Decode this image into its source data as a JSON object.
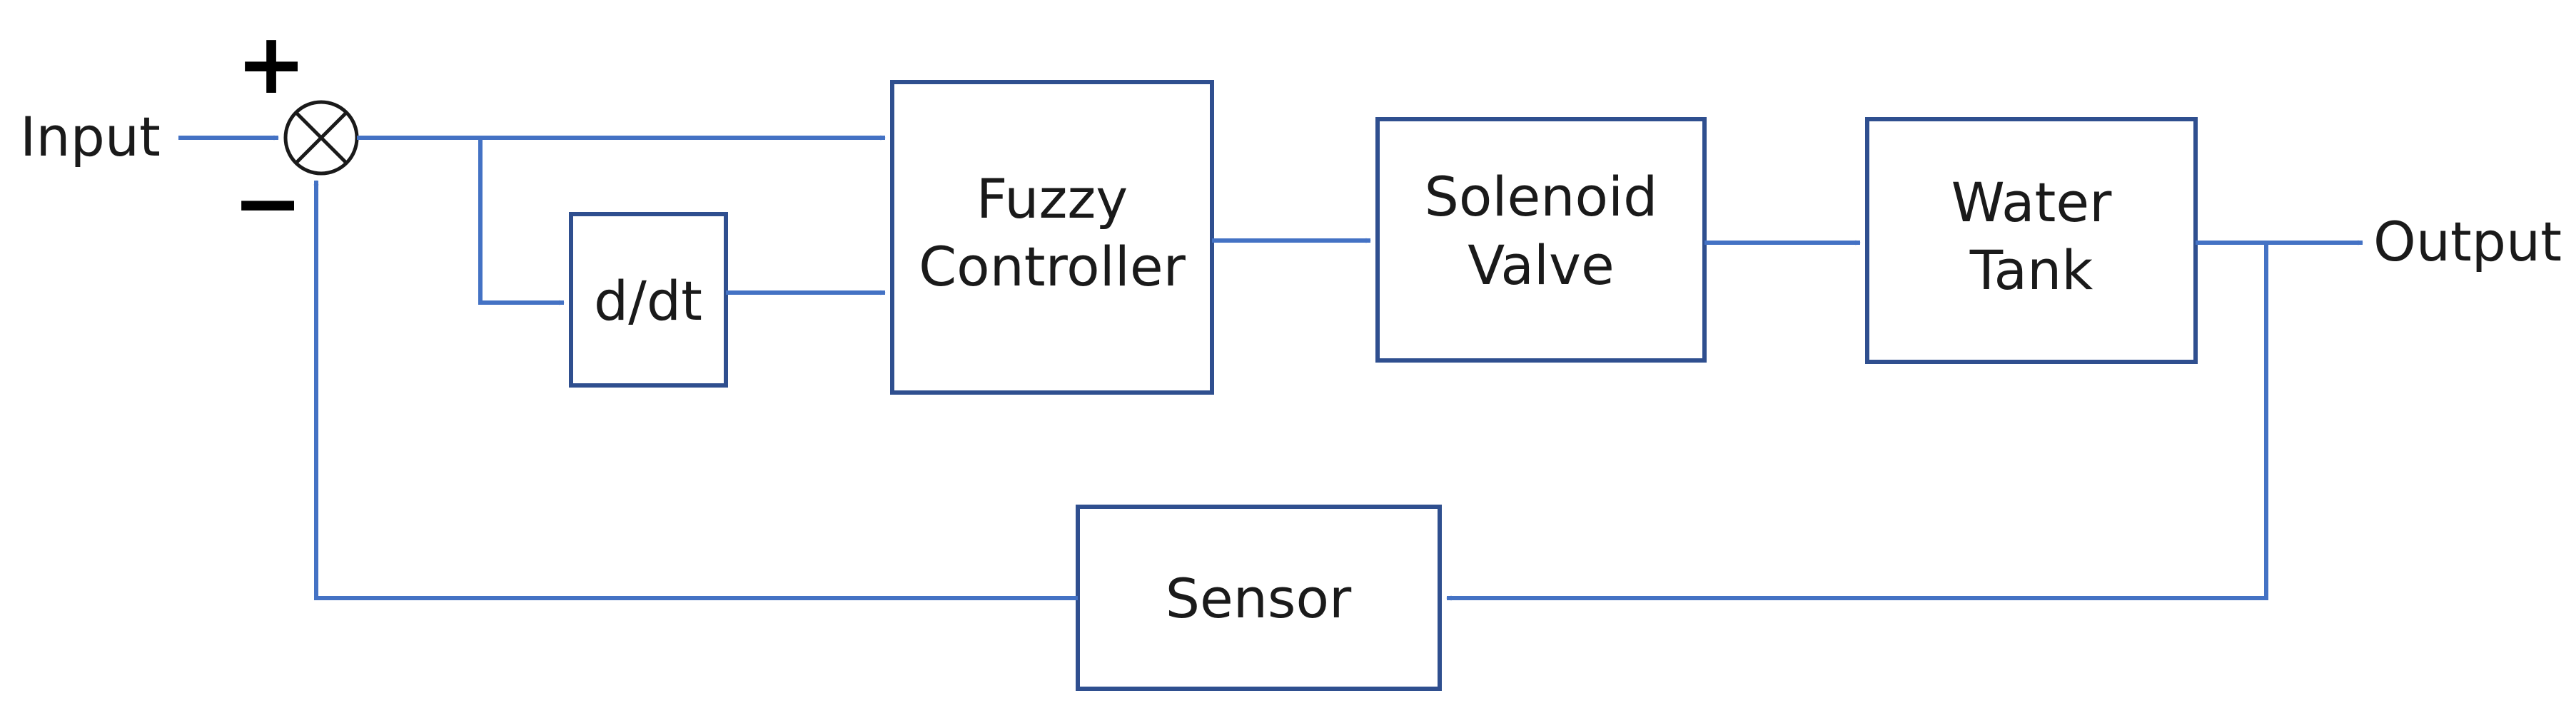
{
  "diagram": {
    "input_label": "Input",
    "output_label": "Output",
    "plus_sign": "+",
    "minus_sign": "−",
    "blocks": {
      "derivative": "d/dt",
      "fuzzy_controller_line1": "Fuzzy",
      "fuzzy_controller_line2": "Controller",
      "solenoid_valve_line1": "Solenoid",
      "solenoid_valve_line2": "Valve",
      "water_tank_line1": "Water",
      "water_tank_line2": "Tank",
      "sensor": "Sensor"
    },
    "colors": {
      "wire": "#4472c4",
      "block_border": "#2f4f8f"
    }
  }
}
